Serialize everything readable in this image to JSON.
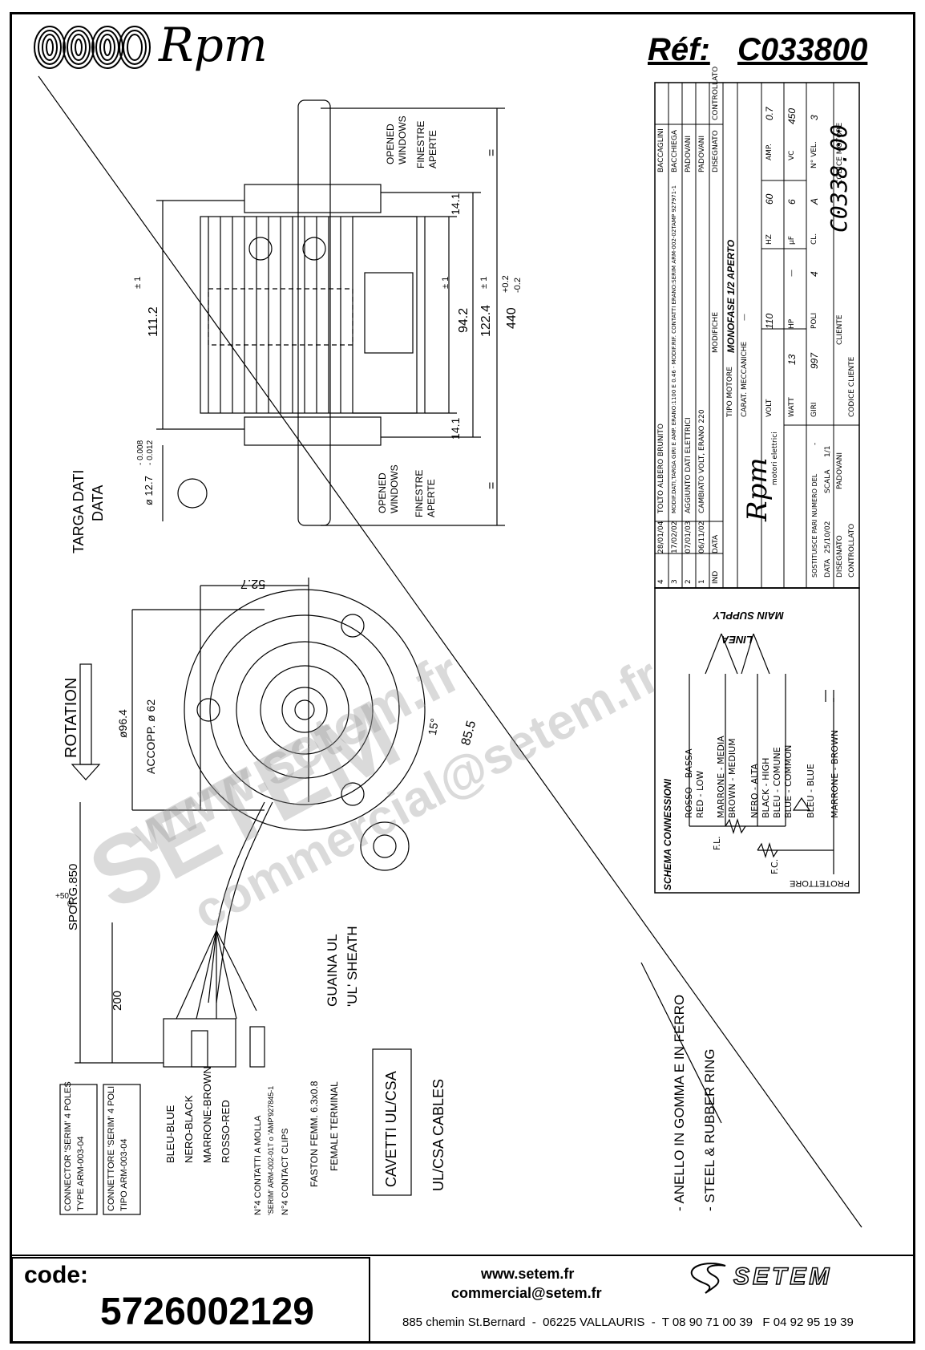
{
  "header": {
    "brand": "Rpm",
    "ref_label": "Réf:",
    "ref_code": "C033800"
  },
  "titleblock": {
    "revisions": [
      {
        "ind": "4",
        "date": "28/01/04",
        "text": "TOLTO ALBERO BRUNITO",
        "by": "BACCAGLINI"
      },
      {
        "ind": "3",
        "date": "17/02/02",
        "text": "MODIF.DATI,TARGA GIRI E AMP. ERANO:1100 E 0.46 - MODIF.RIF. CONTATTI ERANO:SERIM ARM-002-02TAMP 927971-1",
        "by": "BACCHIEGA"
      },
      {
        "ind": "2",
        "date": "07/01/03",
        "text": "AGGIUNTO DATI ELETTRICI",
        "by": "PADOVANI"
      },
      {
        "ind": "1",
        "date": "06/11/02",
        "text": "CAMBIATO VOLT, ERANO 220",
        "by": "PADOVANI"
      }
    ],
    "rev_header": {
      "ind": "IND",
      "date": "DATA",
      "modifiche": "MODIFICHE",
      "disegnato": "DISEGNATO",
      "controllato": "CONTROLLATO"
    },
    "tipo_motore_label": "TIPO MOTORE",
    "tipo_motore": "MONOFASE 1/2 APERTO",
    "carat_label": "CARAT. MECCANICHE",
    "carat_value": "—",
    "volt_label": "VOLT",
    "volt": "110",
    "hz_label": "HZ",
    "hz": "60",
    "amp_label": "AMP.",
    "amp": "0.7",
    "watt_label": "WATT",
    "watt": "13",
    "hp_label": "HP",
    "hp": "—",
    "uf_label": "µF",
    "uf": "6",
    "vc_label": "VC",
    "vc": "450",
    "giri_label": "GIRI",
    "giri": "997",
    "poli_label": "POLI",
    "poli": "4",
    "cl_label": "CL.",
    "cl": "A",
    "nvel_label": "N° VEL.",
    "nvel": "3",
    "cliente_label": "CLIENTE",
    "codice_motore_label": "CODICE MOTORE",
    "codice_motore": "C0338.00",
    "codice_cliente_label": "CODICE CLIENTE",
    "sostituisce_label": "SOSTITUISCE PARI NUMERO DEL",
    "sostituisce_value": "-",
    "data_label": "DATA",
    "data": "25/10/02",
    "scala_label": "SCALA",
    "scala": "1/1",
    "disegnato_label": "DISEGNATO",
    "disegnato": "PADOVANI",
    "controllato_label": "CONTROLLATO",
    "logo_sub": "motori elettrici"
  },
  "schema": {
    "title": "SCHEMA CONNESSIONI",
    "wires": [
      "ROSSO - BASSA",
      "RED - LOW",
      "MARRONE - MEDIA",
      "BROWN - MEDIUM",
      "NERO - ALTA",
      "BLACK - HIGH",
      "BLEU - COMUNE",
      "BLUE - COMMON",
      "BLEU - BLUE",
      "MARRONE - BROWN"
    ],
    "linea": "LINEA",
    "main_supply": "MAIN SUPPLY",
    "fl": "F.L.",
    "fc": "F.C.",
    "protettore": "PROTETTORE"
  },
  "side_view": {
    "dim_111": "111.2",
    "dim_111_tol": "± 1",
    "dim_94": "94.2",
    "dim_94_tol": "± 1",
    "dim_122": "122.4",
    "dim_122_tol": "± 1",
    "dim_440": "440",
    "dim_440_tol_up": "+0.2",
    "dim_440_tol_dn": "-0.2",
    "dim_14a": "14.1",
    "dim_14b": "14.1",
    "eq": "=",
    "windows_top": [
      "OPENED",
      "WINDOWS",
      "FINESTRE",
      "APERTE"
    ],
    "windows_bottom": [
      "OPENED",
      "WINDOWS",
      "FINESTRE",
      "APERTE"
    ],
    "targa_1": "TARGA DATI",
    "targa_2": "DATA",
    "shaft_dia": "ø 12.7",
    "shaft_tol_up": "- 0.008",
    "shaft_tol_dn": "- 0.012"
  },
  "front_view": {
    "dim_52": "52.7",
    "dim_96": "ø96.4",
    "accopp": "ACCOPP. ø 62",
    "rotation": "ROTATION",
    "angle": "15°",
    "dim_85": "85.5"
  },
  "cable": {
    "sporg_label": "SPORG.850",
    "sporg_tol_up": "+50",
    "sporg_tol_dn": "0",
    "dim_200": "200",
    "guaina_1": "GUAINA UL",
    "guaina_2": "'UL' SHEATH",
    "connector_en": [
      "CONNECTOR 'SERIM' 4 POLES",
      "TYPE ARM-003-04"
    ],
    "connector_it": [
      "CONNETTORE 'SERIM' 4 POLI",
      "TIPO ARM-003-04"
    ],
    "colors": [
      "BLEU-BLUE",
      "NERO-BLACK",
      "MARRONE-BROWN",
      "ROSSO-RED"
    ],
    "contacts": [
      "N°4 CONTATTI A MOLLA",
      "'SERIM' ARM-002-01T o 'AMP'927845-1",
      "N°4 CONTACT CLIPS"
    ],
    "faston": [
      "FASTON FEMM. 6.3x0.8",
      "FEMALE TERMINAL"
    ],
    "cavetti_box": "CAVETTI UL/CSA",
    "cables": "UL/CSA CABLES",
    "anello": "- ANELLO IN GOMMA E IN FERRO",
    "steel": "- STEEL & RUBBER RING"
  },
  "footer": {
    "code_label": "code:",
    "code_value": "5726002129",
    "web": "www.setem.fr",
    "email": "commercial@setem.fr",
    "address": "885 chemin St.Bernard  -  06225 VALLAURIS  -  T 08 90 71 00 39   F 04 92 95 19 39",
    "brand": "SETEM"
  },
  "watermark": {
    "line1": "www.setem.fr",
    "line2": "SETEM",
    "line3": "commercial@setem.fr"
  }
}
